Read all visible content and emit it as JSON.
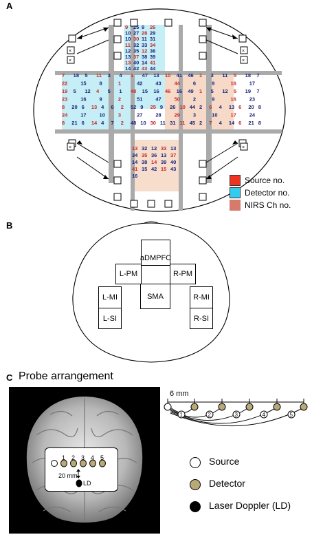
{
  "panels": {
    "a": "A",
    "b": "B",
    "c": "C"
  },
  "legend": {
    "source": {
      "label": "Source no.",
      "color": "#ee3322"
    },
    "detector": {
      "label": "Detector no.",
      "color": "#33ccee"
    },
    "channel": {
      "label": "NIRS Ch no.",
      "color": "#d77a6e"
    }
  },
  "regions": {
    "admpfc": "aDMPFC",
    "lpm": "L-PM",
    "rpm": "R-PM",
    "sma": "SMA",
    "lmi": "L-MI",
    "rmi": "R-MI",
    "lsi": "L-SI",
    "rsi": "R-SI"
  },
  "probe": {
    "title": "Probe arrangement",
    "distance": "6 mm",
    "detector_numbers": [
      "1",
      "2",
      "3",
      "4",
      "5"
    ],
    "offset": "20 mm",
    "ld": "LD",
    "legend_source": "Source",
    "legend_detector": "Detector",
    "legend_ld": "Laser Doppler (LD)"
  },
  "channels": {
    "upper_col": [
      "9",
      "25",
      "9",
      "26",
      "10",
      "27",
      "28",
      "29",
      "10",
      "30",
      "11",
      "31",
      "11",
      "32",
      "33",
      "34",
      "12",
      "35",
      "12",
      "36",
      "13",
      "37",
      "38",
      "39",
      "13",
      "40",
      "14",
      "41",
      "14",
      "42",
      "43",
      "44"
    ],
    "row1": [
      "7",
      "18",
      "5",
      "11",
      "3",
      "4",
      "1",
      "47",
      "13",
      "10",
      "41",
      "46",
      "1",
      "3",
      "11",
      "5",
      "18",
      "7"
    ],
    "row2": [
      "22",
      "15",
      "8",
      "1",
      "42",
      "43",
      "44",
      "6",
      "9",
      "16",
      "17"
    ],
    "row3": [
      "19",
      "5",
      "12",
      "4",
      "5",
      "1",
      "48",
      "15",
      "16",
      "46",
      "16",
      "49",
      "1",
      "5",
      "12",
      "5",
      "19",
      "7"
    ],
    "row4": [
      "23",
      "16",
      "9",
      "2",
      "51",
      "47",
      "50",
      "2",
      "9",
      "16",
      "23"
    ],
    "row5": [
      "8",
      "20",
      "6",
      "13",
      "4",
      "6",
      "2",
      "52",
      "9",
      "25",
      "9",
      "26",
      "10",
      "44",
      "2",
      "6",
      "4",
      "13",
      "6",
      "20",
      "8"
    ],
    "row6": [
      "24",
      "17",
      "10",
      "3",
      "27",
      "28",
      "29",
      "3",
      "10",
      "17",
      "24"
    ],
    "row7": [
      "8",
      "21",
      "6",
      "14",
      "4",
      "7",
      "2",
      "48",
      "10",
      "30",
      "11",
      "31",
      "11",
      "45",
      "2",
      "7",
      "4",
      "14",
      "6",
      "21",
      "8"
    ],
    "lower_col": [
      "13",
      "32",
      "12",
      "33",
      "13",
      "34",
      "35",
      "36",
      "13",
      "37",
      "14",
      "38",
      "14",
      "39",
      "40",
      "41",
      "15",
      "42",
      "15",
      "43",
      "16"
    ]
  }
}
